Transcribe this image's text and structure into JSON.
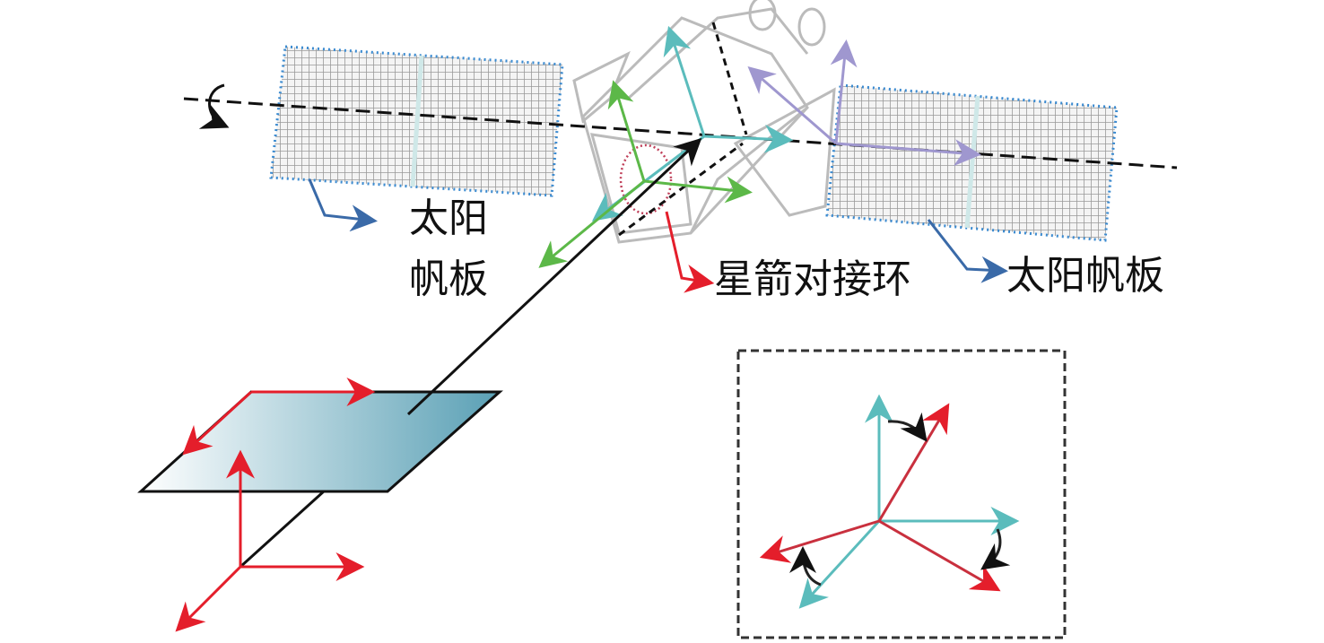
{
  "labels": {
    "left_panel_line1": "太阳",
    "left_panel_line2": "帆板",
    "docking_ring": "星箭对接环",
    "right_panel": "太阳帆板"
  },
  "colors": {
    "cyan": "#5bbcbc",
    "green": "#5cb848",
    "purple": "#9f97cf",
    "red": "#e41e2b",
    "blue": "#3a6aa8",
    "black": "#111111",
    "plane": "#5aa0b5"
  }
}
